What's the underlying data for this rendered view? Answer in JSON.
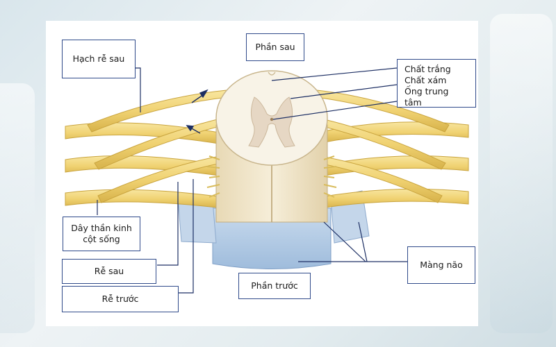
{
  "diagram": {
    "labels": {
      "hach_re_sau": "Hạch rễ sau",
      "phan_sau": "Phần sau",
      "chat_trang": "Chất trắng",
      "chat_xam": "Chất xám",
      "ong_trung_tam": "Ống trung tâm",
      "day_than_kinh_line1": "Dây thần kinh",
      "day_than_kinh_line2": "cột sống",
      "re_sau": "Rễ sau",
      "re_truoc": "Rễ trước",
      "phan_truoc": "Phần trước",
      "mang_nao": "Màng não"
    },
    "colors": {
      "nerve": "#f2d77a",
      "nerve_dark": "#d9b64a",
      "white_matter": "#f7f1e4",
      "gray_matter": "#e4d6c3",
      "meninges": "#b8cde6",
      "box_border": "#2f4a8a",
      "leader_line": "#1c2e63"
    }
  }
}
